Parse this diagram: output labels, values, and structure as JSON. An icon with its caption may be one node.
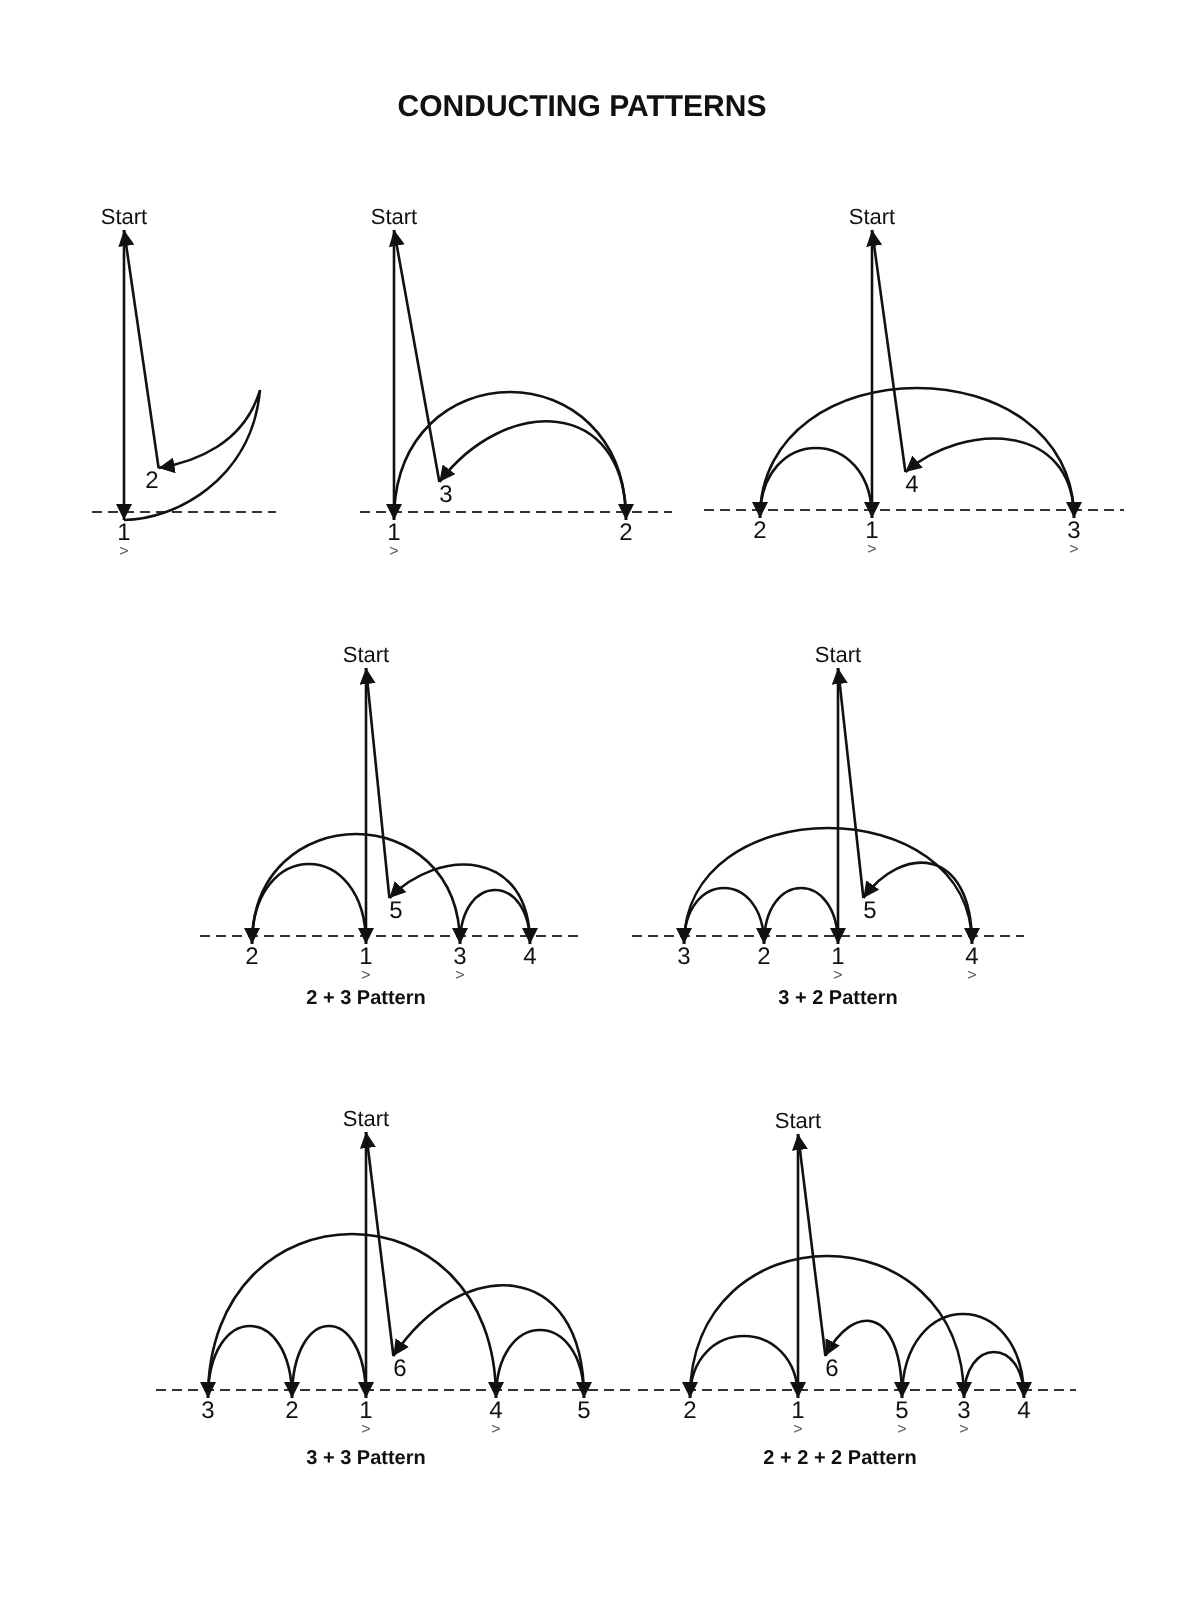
{
  "diagram": {
    "title": "CONDUCTING PATTERNS",
    "nodes": [
      {
        "text": [
          "Start"
        ]
      },
      {
        "text": [
          "1"
        ],
        "beside": [
          ">"
        ]
      },
      {
        "text": [
          "2"
        ]
      },
      {
        "text": [
          "Start"
        ]
      },
      {
        "text": [
          "1"
        ],
        "beside": [
          ">"
        ]
      },
      {
        "text": [
          "2"
        ]
      },
      {
        "text": [
          "3"
        ]
      },
      {
        "text": [
          "Start"
        ]
      },
      {
        "text": [
          "2"
        ]
      },
      {
        "text": [
          "1"
        ],
        "beside": [
          ">"
        ]
      },
      {
        "text": [
          "4"
        ]
      },
      {
        "text": [
          "3"
        ],
        "beside": [
          ">"
        ]
      },
      {
        "text": [
          "Start"
        ]
      },
      {
        "text": [
          "2"
        ]
      },
      {
        "text": [
          "1"
        ],
        "beside": [
          ">"
        ]
      },
      {
        "text": [
          "5"
        ]
      },
      {
        "text": [
          "3"
        ],
        "beside": [
          ">"
        ]
      },
      {
        "text": [
          "4"
        ]
      },
      {
        "text": [
          "Start"
        ]
      },
      {
        "text": [
          "3"
        ]
      },
      {
        "text": [
          "2"
        ]
      },
      {
        "text": [
          "1"
        ],
        "beside": [
          ">"
        ]
      },
      {
        "text": [
          "5"
        ]
      },
      {
        "text": [
          "4"
        ],
        "beside": [
          ">"
        ]
      },
      {
        "text": [
          "Start"
        ]
      },
      {
        "text": [
          "3"
        ]
      },
      {
        "text": [
          "2"
        ]
      },
      {
        "text": [
          "1"
        ],
        "beside": [
          ">"
        ]
      },
      {
        "text": [
          "6"
        ]
      },
      {
        "text": [
          "4"
        ],
        "beside": [
          ">"
        ]
      },
      {
        "text": [
          "5"
        ]
      },
      {
        "text": [
          "Start"
        ]
      },
      {
        "text": [
          "2"
        ]
      },
      {
        "text": [
          "1"
        ],
        "beside": [
          ">"
        ]
      },
      {
        "text": [
          "6"
        ]
      },
      {
        "text": [
          "5"
        ],
        "beside": [
          ">"
        ]
      },
      {
        "text": [
          "3"
        ],
        "beside": [
          ">"
        ]
      },
      {
        "text": [
          "4"
        ]
      }
    ],
    "edges": [
      {
        "from": 0,
        "to": 1,
        "arrow": "to"
      },
      {
        "from": 1,
        "to": 2,
        "arrow": "to"
      },
      {
        "from": 2,
        "to": 0,
        "arrow": "to"
      },
      {
        "from": 3,
        "to": 4,
        "arrow": "to"
      },
      {
        "from": 4,
        "to": 5,
        "arrow": "to"
      },
      {
        "from": 5,
        "to": 6,
        "arrow": "to"
      },
      {
        "from": 6,
        "to": 3,
        "arrow": "to"
      },
      {
        "from": 7,
        "to": 9,
        "arrow": "to"
      },
      {
        "from": 9,
        "to": 8,
        "arrow": "to"
      },
      {
        "from": 8,
        "to": 11,
        "arrow": "to"
      },
      {
        "from": 11,
        "to": 10,
        "arrow": "to"
      },
      {
        "from": 10,
        "to": 7,
        "arrow": "to"
      },
      {
        "from": 12,
        "to": 14,
        "arrow": "to"
      },
      {
        "from": 14,
        "to": 13,
        "arrow": "to"
      },
      {
        "from": 13,
        "to": 16,
        "arrow": "to"
      },
      {
        "from": 16,
        "to": 17,
        "arrow": "to"
      },
      {
        "from": 17,
        "to": 15,
        "arrow": "to"
      },
      {
        "from": 15,
        "to": 12,
        "arrow": "to"
      },
      {
        "from": 18,
        "to": 21,
        "arrow": "to"
      },
      {
        "from": 21,
        "to": 20,
        "arrow": "to"
      },
      {
        "from": 20,
        "to": 19,
        "arrow": "to"
      },
      {
        "from": 19,
        "to": 23,
        "arrow": "to"
      },
      {
        "from": 23,
        "to": 22,
        "arrow": "to"
      },
      {
        "from": 22,
        "to": 18,
        "arrow": "to"
      },
      {
        "from": 24,
        "to": 27,
        "arrow": "to"
      },
      {
        "from": 27,
        "to": 26,
        "arrow": "to"
      },
      {
        "from": 26,
        "to": 25,
        "arrow": "to"
      },
      {
        "from": 25,
        "to": 29,
        "arrow": "to"
      },
      {
        "from": 29,
        "to": 30,
        "arrow": "to"
      },
      {
        "from": 30,
        "to": 28,
        "arrow": "to"
      },
      {
        "from": 28,
        "to": 24,
        "arrow": "to"
      },
      {
        "from": 31,
        "to": 33,
        "arrow": "to"
      },
      {
        "from": 33,
        "to": 32,
        "arrow": "to"
      },
      {
        "from": 32,
        "to": 36,
        "arrow": "to"
      },
      {
        "from": 36,
        "to": 37,
        "arrow": "to"
      },
      {
        "from": 37,
        "to": 35,
        "arrow": "to"
      },
      {
        "from": 35,
        "to": 34,
        "arrow": "to"
      },
      {
        "from": 34,
        "to": 31,
        "arrow": "to"
      }
    ],
    "labels": [
      "2 + 3 Pattern",
      "3 + 2 Pattern",
      "3 + 3 Pattern",
      "2 + 2 + 2 Pattern"
    ]
  }
}
